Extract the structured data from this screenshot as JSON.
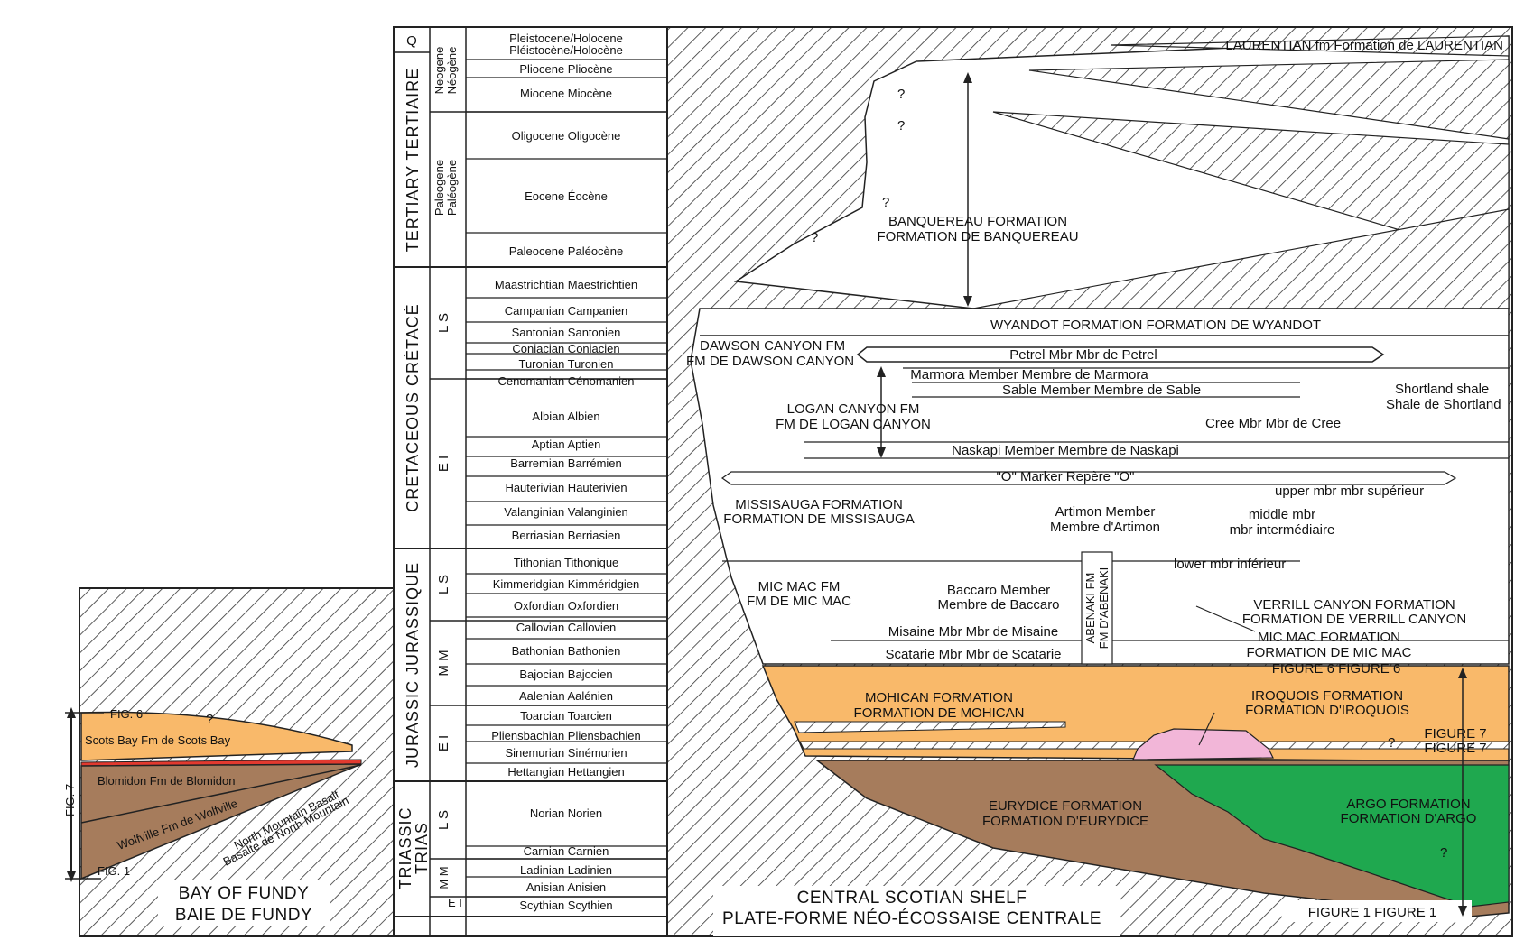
{
  "columns": {
    "quaternary": "Q",
    "tertiary": "TERTIARY TERTIAIRE",
    "cretaceous": "CRETACEOUS CRÉTACÉ",
    "jurassic": "JURASSIC JURASSIQUE",
    "triassic_1": "TRIASSIC",
    "triassic_2": "TRIAS",
    "neogene_1": "Neogene",
    "neogene_2": "Néogène",
    "paleogene_1": "Paleogene",
    "paleogene_2": "Paléogène",
    "cret_late": "L S",
    "cret_early": "E I",
    "jur_late": "L S",
    "jur_middle": "M M",
    "jur_early": "E I",
    "tri_late": "L S",
    "tri_middle": "M M",
    "tri_early": "E I"
  },
  "stages": [
    "Pleistocene/Holocene",
    "Pléistocène/Holocène",
    "Pliocene Pliocène",
    "Miocene Miocène",
    "Oligocene Oligocène",
    "Eocene Éocène",
    "Paleocene Paléocène",
    "Maastrichtian Maestrichtien",
    "Campanian Campanien",
    "Santonian Santonien",
    "Coniacian Coniacien",
    "Turonian Turonien",
    "Cenomanian Cénomanien",
    "Albian Albien",
    "Aptian Aptien",
    "Barremian Barrémien",
    "Hauterivian Hauterivien",
    "Valanginian Valanginien",
    "Berriasian Berriasien",
    "Tithonian Tithonique",
    "Kimmeridgian Kimméridgien",
    "Oxfordian Oxfordien",
    "Callovian Callovien",
    "Bathonian Bathonien",
    "Bajocian Bajocien",
    "Aalenian Aalénien",
    "Toarcian Toarcien",
    "Pliensbachian Pliensbachien",
    "Sinemurian Sinémurien",
    "Hettangian Hettangien",
    "Norian Norien",
    "Carnian Carnien",
    "Ladinian Ladinien",
    "Anisian Anisien",
    "Scythian Scythien"
  ],
  "formations": {
    "laurentian": "LAURENTIAN fm  Formation de LAURENTIAN",
    "banquereau_1": "BANQUEREAU FORMATION",
    "banquereau_2": "FORMATION DE BANQUEREAU",
    "wyandot": "WYANDOT FORMATION  FORMATION DE WYANDOT",
    "dawson_1": "DAWSON CANYON FM",
    "dawson_2": "FM DE DAWSON CANYON",
    "petrel": "Petrel Mbr  Mbr de Petrel",
    "marmora": "Marmora Member  Membre de Marmora",
    "sable": "Sable Member  Membre de Sable",
    "shortland_1": "Shortland shale",
    "shortland_2": "Shale de Shortland",
    "logan_1": "LOGAN CANYON FM",
    "logan_2": "FM DE LOGAN CANYON",
    "cree": "Cree Mbr  Mbr de Cree",
    "naskapi": "Naskapi Member  Membre de Naskapi",
    "o_marker": "\"O\" Marker  Repère \"O\"",
    "upper_mbr": "upper mbr  mbr supérieur",
    "missisauga_1": "MISSISAUGA FORMATION",
    "missisauga_2": "FORMATION DE MISSISAUGA",
    "artimon_1": "Artimon Member",
    "artimon_2": "Membre d'Artimon",
    "middle_mbr_1": "middle mbr",
    "middle_mbr_2": "mbr intermédiaire",
    "lower_mbr": "lower mbr  inférieur",
    "micmac_fm_1": "MIC MAC FM",
    "micmac_fm_2": "FM DE MIC MAC",
    "baccaro_1": "Baccaro Member",
    "baccaro_2": "Membre de Baccaro",
    "abenaki_1": "ABENAKI FM",
    "abenaki_2": "FM D'ABENAKI",
    "verrill_1": "VERRILL CANYON FORMATION",
    "verrill_2": "FORMATION DE VERRILL CANYON",
    "micmac_formation_1": "MIC MAC FORMATION",
    "micmac_formation_2": "FORMATION DE MIC MAC",
    "misaine": "Misaine Mbr  Mbr de Misaine",
    "scatarie": "Scatarie Mbr  Mbr de Scatarie",
    "figure6": "FIGURE 6  FIGURE 6",
    "mohican_1": "MOHICAN FORMATION",
    "mohican_2": "FORMATION DE MOHICAN",
    "iroquois_1": "IROQUOIS FORMATION",
    "iroquois_2": "FORMATION D'IROQUOIS",
    "figure7_1": "FIGURE 7",
    "figure7_2": "FIGURE 7",
    "eurydice_1": "EURYDICE FORMATION",
    "eurydice_2": "FORMATION D'EURYDICE",
    "argo_1": "ARGO FORMATION",
    "argo_2": "FORMATION D'ARGO",
    "shelf_1": "CENTRAL SCOTIAN SHELF",
    "shelf_2": "PLATE-FORME NÉO-ÉCOSSAISE CENTRALE",
    "figure1": "FIGURE 1  FIGURE 1",
    "question": "?"
  },
  "fundy": {
    "fig6": "FIG. 6",
    "fig7": "FIG. 7",
    "fig1": "FIG. 1",
    "scots_bay": "Scots Bay Fm de Scots Bay",
    "blomidon": "Blomidon Fm de Blomidon",
    "wolfville": "Wolfville Fm de Wolfville",
    "north_mountain_1": "North Mountain Basalt",
    "north_mountain_2": "Basalte de North Mountain",
    "bay_1": "BAY OF FUNDY",
    "bay_2": "BAIE DE FUNDY",
    "question": "?"
  },
  "colors": {
    "orange": "#f9b96a",
    "brown": "#a67c5c",
    "green": "#1fa84f",
    "pink": "#f2b6d8",
    "red": "#e23a2f",
    "line": "#222222"
  }
}
